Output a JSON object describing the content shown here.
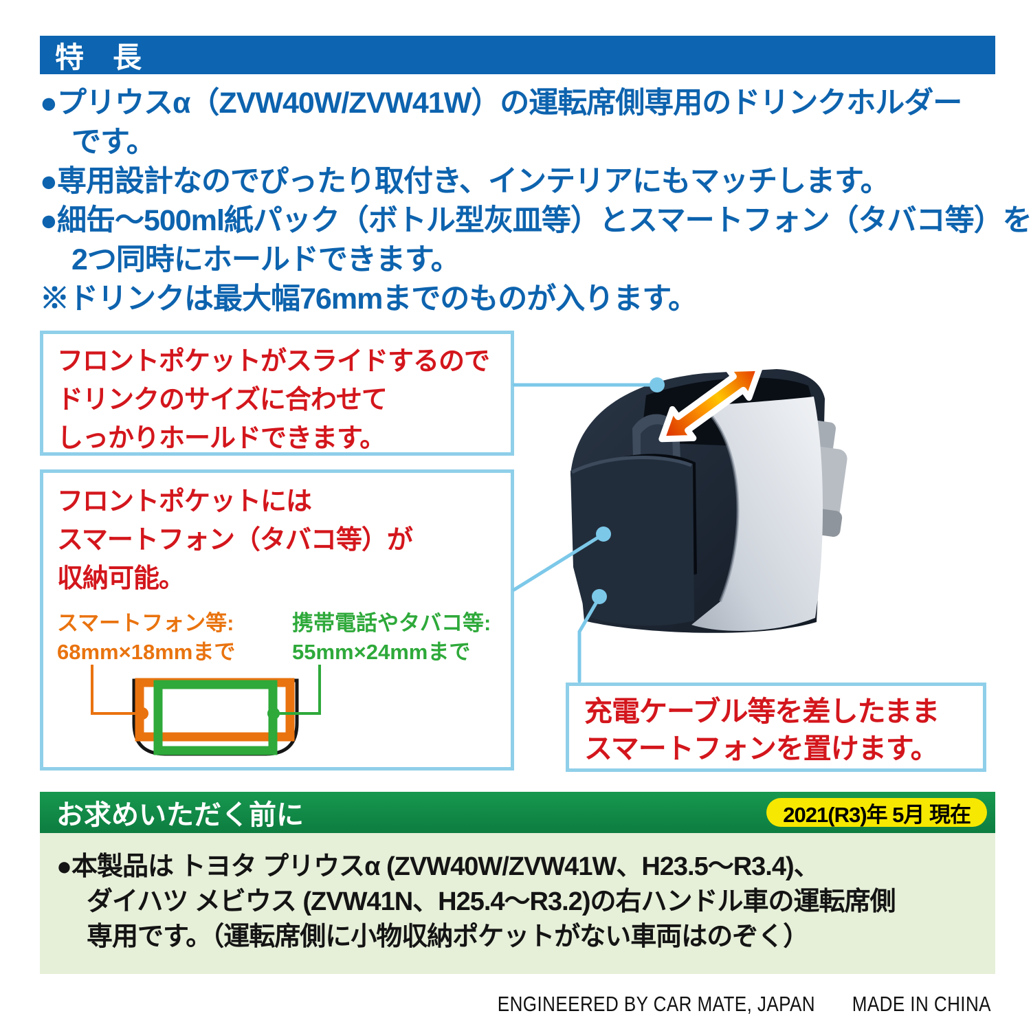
{
  "features": {
    "heading": "特　長",
    "lines": [
      "●プリウスα（ZVW40W/ZVW41W）の運転席側専用のドリンクホルダー",
      "です。",
      "●専用設計なのでぴったり取付き、インテリアにもマッチします。",
      "●細缶～500ml紙パック（ボトル型灰皿等）とスマートフォン（タバコ等）を",
      "2つ同時にホールドできます。",
      "※ドリンクは最大幅76mmまでのものが入ります。"
    ]
  },
  "callout_slide": {
    "lines": [
      "フロントポケットがスライドするので",
      "ドリンクのサイズに合わせて",
      "しっかりホールドできます。"
    ]
  },
  "callout_pocket": {
    "lines": [
      "フロントポケットには",
      "スマートフォン（タバコ等）が",
      "収納可能。"
    ],
    "smartphone_spec": {
      "label": "スマートフォン等:",
      "size": "68mm×18mmまで"
    },
    "phone_spec": {
      "label": "携帯電話やタバコ等:",
      "size": "55mm×24mmまで"
    }
  },
  "callout_cable": {
    "lines": [
      "充電ケーブル等を差したまま",
      "スマートフォンを置けます。"
    ]
  },
  "purchase_note": {
    "heading": "お求めいただく前に",
    "date_badge": "2021(R3)年 5月 現在",
    "lines": [
      "●本製品は トヨタ プリウスα (ZVW40W/ZVW41W、H23.5～R3.4)、",
      "ダイハツ メビウス (ZVW41N、H25.4～R3.2)の右ハンドル車の運転席側",
      "専用です。（運転席側に小物収納ポケットがない車両はのぞく）"
    ]
  },
  "footer": {
    "engineered": "ENGINEERED BY CAR MATE, JAPAN",
    "made": "MADE IN CHINA"
  },
  "colors": {
    "heading_blue": "#0d64b0",
    "text_blue": "#0d63ae",
    "callout_red": "#d3161c",
    "spec_orange": "#e9730f",
    "spec_green": "#2ea93a",
    "callout_border_blue": "#8fcfe9",
    "leader_blue": "#7cc8e9",
    "purchase_green": "#12914a",
    "badge_yellow": "#f6e800",
    "panel_pale_green": "#e6efd8"
  }
}
